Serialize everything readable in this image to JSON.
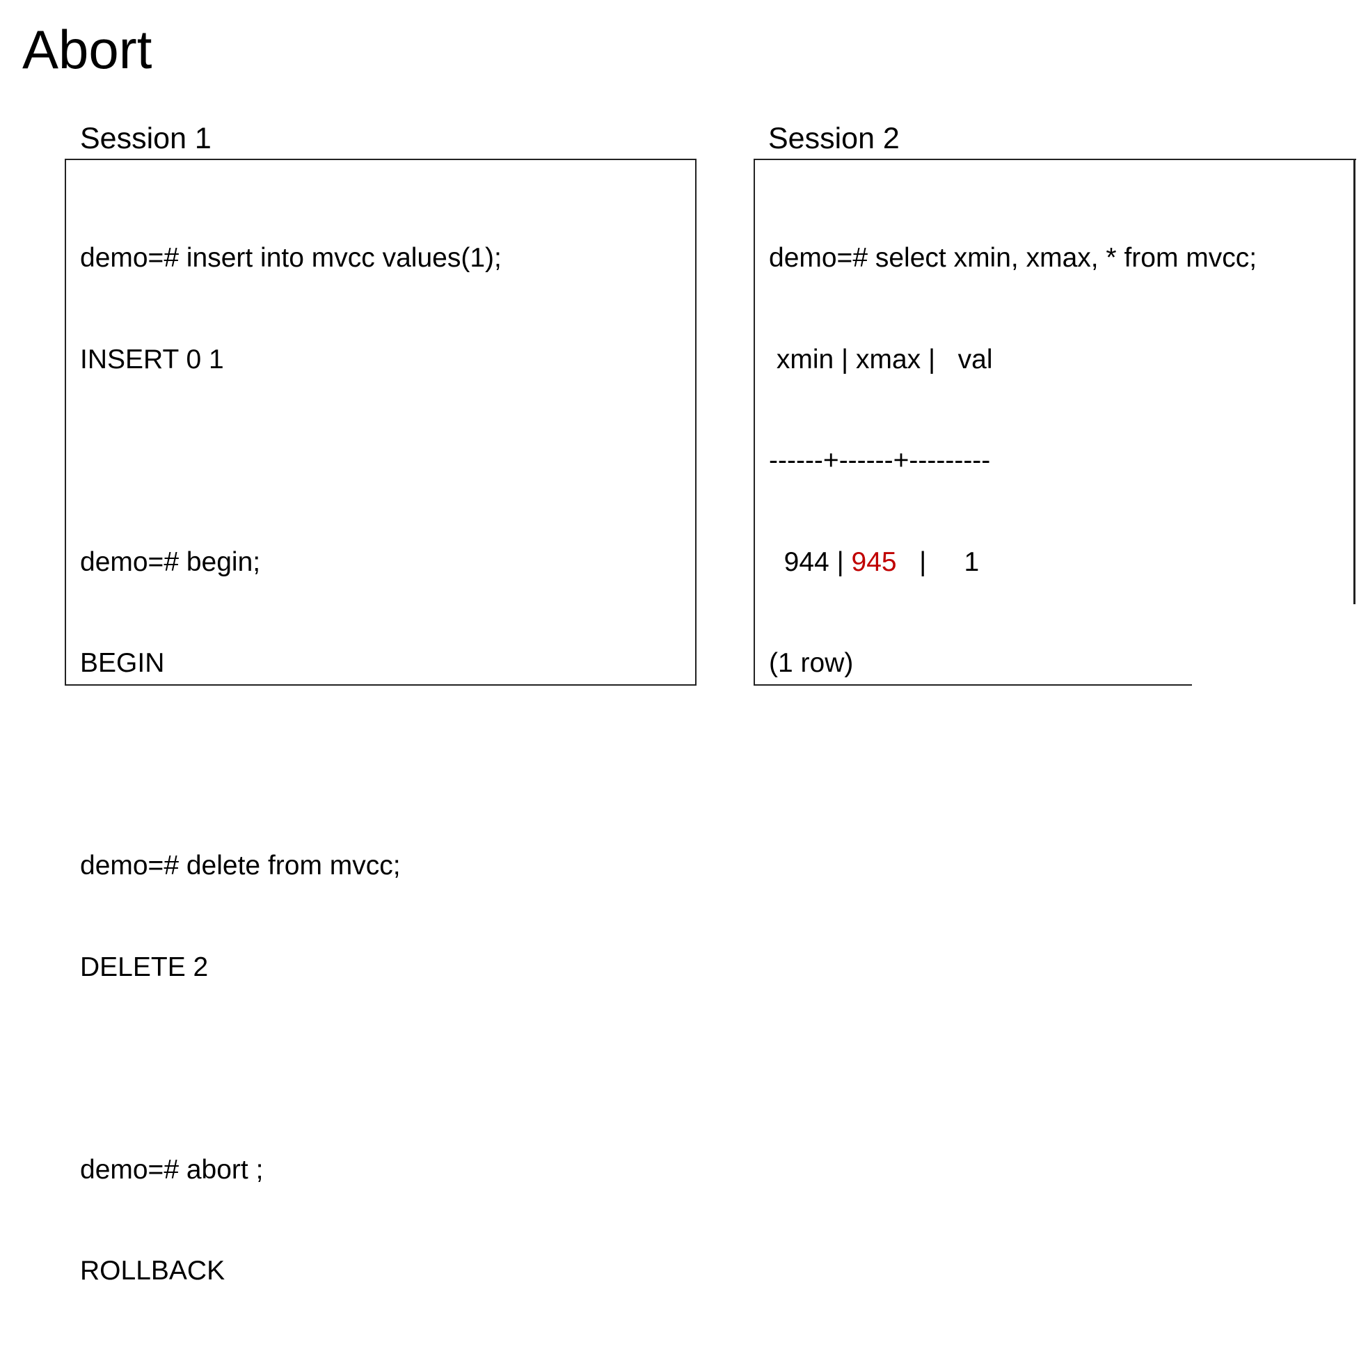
{
  "title": "Abort",
  "accent_color": "#c00000",
  "session1": {
    "label": "Session 1",
    "lines": [
      "demo=# insert into mvcc values(1);",
      "INSERT 0 1",
      "",
      "demo=# begin;",
      "BEGIN",
      "",
      "demo=# delete from mvcc;",
      "DELETE 2",
      "",
      "demo=# abort ;",
      "ROLLBACK"
    ]
  },
  "session2": {
    "label": "Session 2",
    "query": "demo=# select xmin, xmax, * from mvcc;",
    "header": " xmin | xmax |   val",
    "separator": "------+------+---------",
    "row": {
      "xmin": "  944 | ",
      "xmax": "945",
      "rest": "   |     1"
    },
    "footer": "(1 row)"
  }
}
